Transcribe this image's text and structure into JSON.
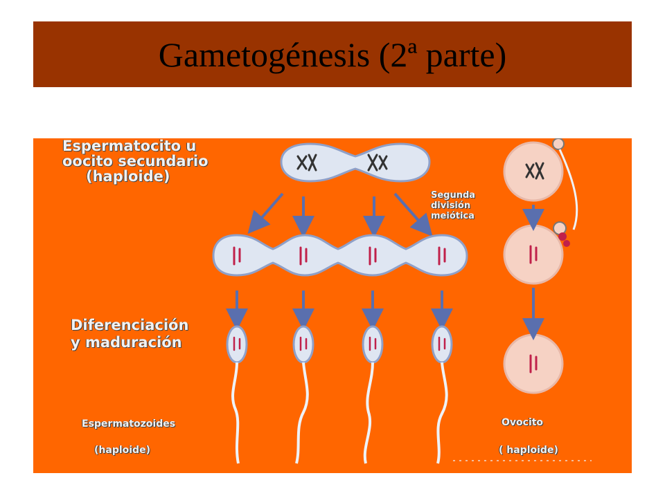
{
  "slide": {
    "title": "Gametogénesis (2ª parte)"
  },
  "diagram": {
    "label_secondary_line1": "Espermatocito u",
    "label_secondary_line2": "oocito secundario",
    "label_secondary_line3": "(haploide)",
    "label_second_division_line1": "Segunda",
    "label_second_division_line2": "división",
    "label_second_division_line3": "meiótica",
    "label_differentiation_line1": "Diferenciación",
    "label_differentiation_line2": "y maduración",
    "label_spermatozoa": "Espermatozoides",
    "label_spermatozoa_haploid": "(haploide)",
    "label_ovocyte": "Ovocito",
    "label_ovocyte_haploid": "( haploide)",
    "colors": {
      "background": "#ff6600",
      "title_bar": "#993300",
      "cell_fill_male": "#dfe6f2",
      "cell_fill_female": "#f6d2c4",
      "arrow": "#5a6fae",
      "chromosome": "#c0204a"
    }
  }
}
